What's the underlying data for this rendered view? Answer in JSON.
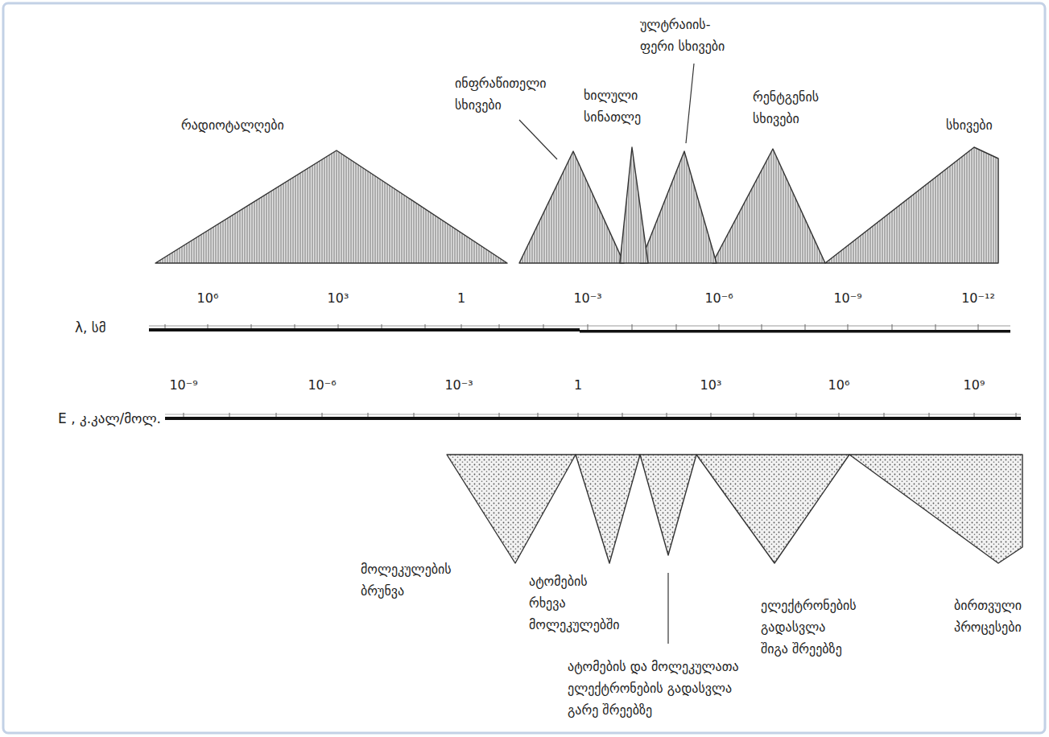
{
  "diagram": {
    "labels": [
      "რადიოტალღები",
      "ინფრაწითელი სხივები",
      "ხილული სინათლე",
      "ულტრაიის- ფერი სხივები",
      "რენტგენის სხივები",
      "სხივები",
      "10⁶",
      "10³",
      "1",
      "10⁻³",
      "10⁻⁶",
      "10⁻⁹",
      "10⁻¹²",
      "λ, სმ",
      "10⁻⁹",
      "10⁻⁶",
      "10⁻³",
      "1",
      "10³",
      "10⁶",
      "10⁹",
      "E , კ.კალ/მოლ.",
      "მოლეკულების ბრუნვა",
      "ატომების რხევა მოლეკულებში",
      "ატომების და მოლეკულათა ელექტრონების გადასვლა გარე შრეებზე",
      "ელექტრონების გადასვლა შიგა შრეებზე",
      "ბირთვული პროცესები"
    ]
  }
}
